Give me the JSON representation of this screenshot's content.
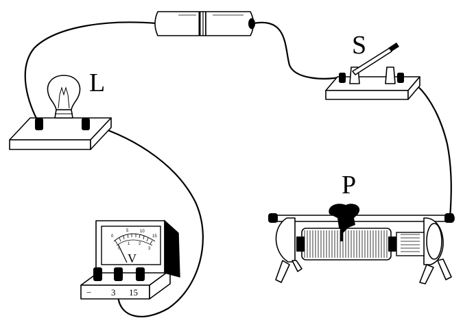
{
  "labels": {
    "lamp": "L",
    "switch": "S",
    "rheostat": "P"
  },
  "voltmeter": {
    "symbol": "V",
    "scale_top": [
      "0",
      "5",
      "10",
      "15"
    ],
    "scale_bottom": [
      "0",
      "1",
      "2",
      "3"
    ],
    "terminals": [
      "−",
      "3",
      "15"
    ]
  }
}
